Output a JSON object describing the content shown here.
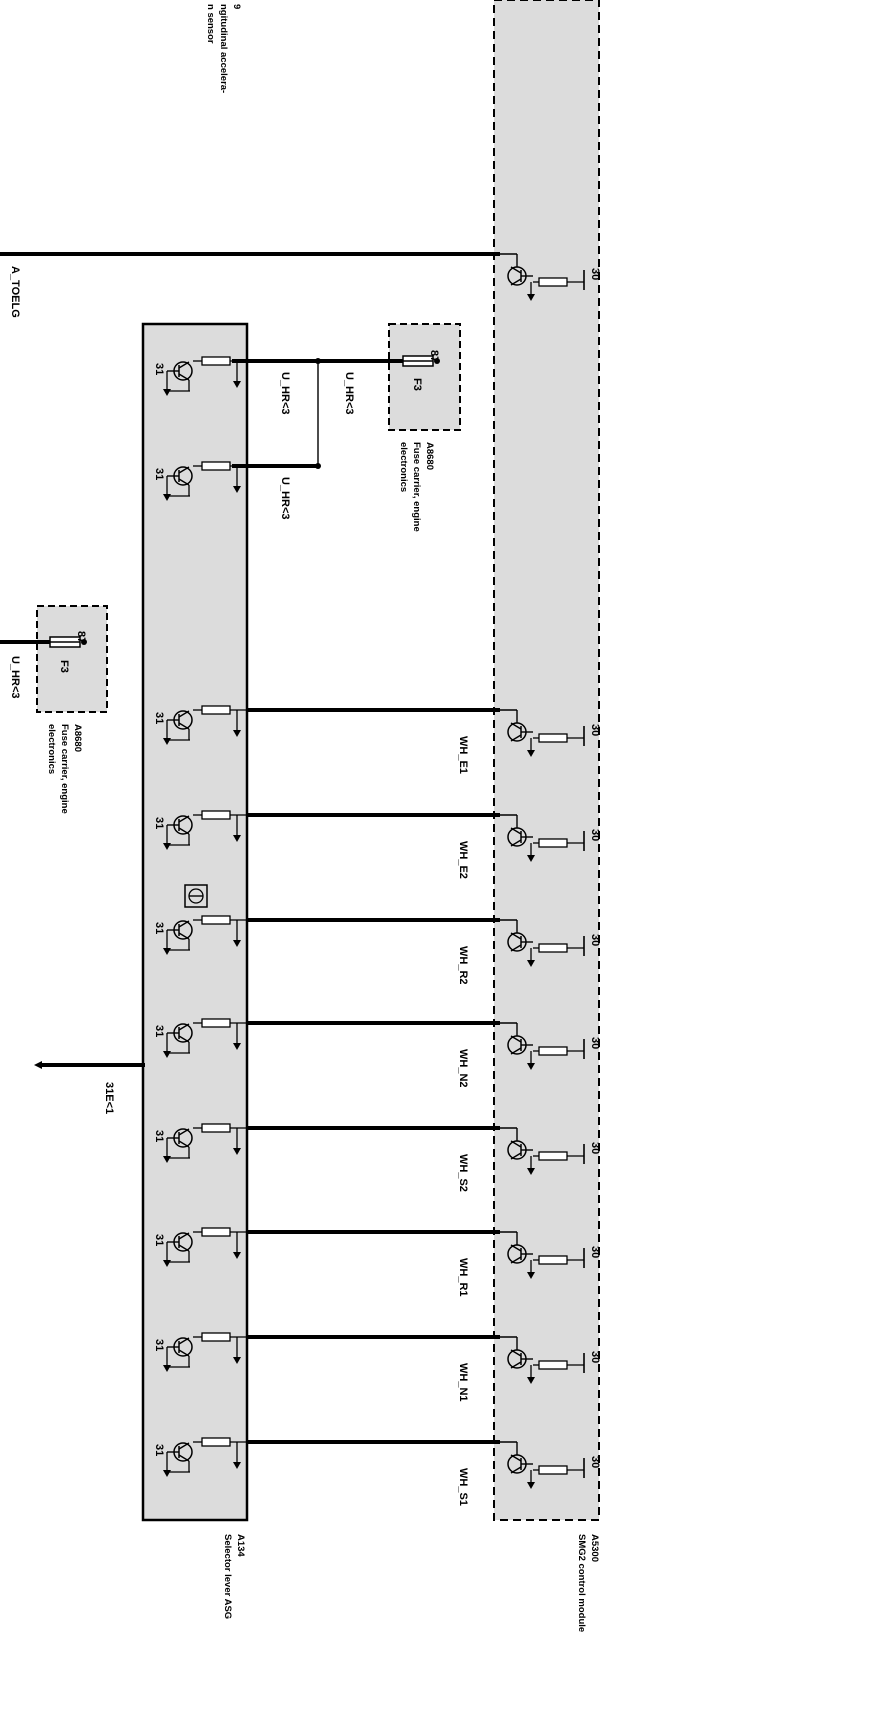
{
  "sensor": {
    "number": "9",
    "text_line1": "ngitudinal accelera-",
    "text_line2": "n sensor",
    "signal_label": "A_TOELG"
  },
  "smg2_module": {
    "id": "A5300",
    "name": "SMG2 control module",
    "pin_label": "30",
    "color": "#dcdcdc"
  },
  "selector_lever": {
    "id": "A134",
    "name": "Selector lever ASG",
    "pin_label": "31",
    "color": "#dcdcdc"
  },
  "fuse_carrier_right": {
    "id": "A8680",
    "line1": "Fuse carrier, engine",
    "line2": "electronics",
    "fuse": "F3",
    "pin": "87"
  },
  "fuse_carrier_left": {
    "id": "A8680",
    "line1": "Fuse carrier, engine",
    "line2": "electronics",
    "fuse": "F3",
    "pin": "87",
    "wire_label": "U_HR<3"
  },
  "supply_wires": {
    "label_a": "U_HR<3",
    "label_b": "U_HR<3",
    "label_c": "U_HR<3"
  },
  "ground_wire": {
    "label": "31E<1"
  },
  "signal_wires": [
    "WH_E1",
    "WH_E2",
    "WH_R2",
    "WH_N2",
    "WH_S2",
    "WH_R1",
    "WH_N1",
    "WH_S1"
  ]
}
